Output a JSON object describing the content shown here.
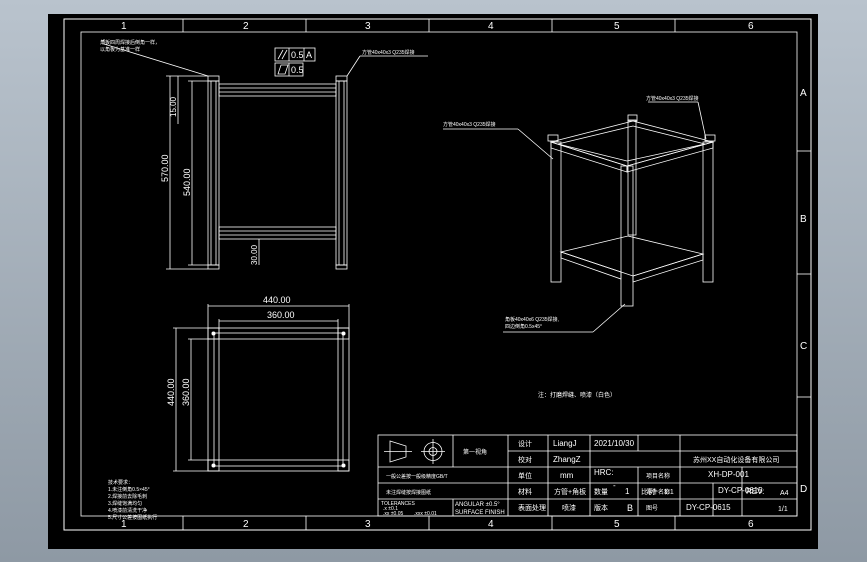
{
  "border": {
    "columns": [
      "1",
      "2",
      "3",
      "4",
      "5",
      "6"
    ],
    "rows": [
      "A",
      "B",
      "C",
      "D"
    ]
  },
  "front_view": {
    "dims": {
      "total_height": "570.00",
      "inner_height": "540.00",
      "top_part": "15.00",
      "foot": "30.00"
    },
    "gdt": {
      "parallel_tol": "0.5",
      "parallel_ref": "A",
      "flatness_tol": "0.5"
    },
    "notes": {
      "topleft_1": "角板四周焊接后倒角一样，",
      "topleft_2": "以角板为基准一样",
      "topright": "方管40x40x3 Q235焊接"
    }
  },
  "top_view": {
    "dims": {
      "outer_w": "440.00",
      "inner_w": "360.00",
      "outer_h": "440.00",
      "inner_h": "360.00"
    }
  },
  "iso_view": {
    "labels": {
      "top": "方管40x40x3 Q235焊接",
      "left": "方管40x40x3 Q235焊接",
      "bottom_1": "角板40x40x6 Q235焊接,",
      "bottom_2": "四边倒角0.5x45°"
    }
  },
  "notes": {
    "paint": "注：打磨焊缝、喷漆（白色）",
    "tech": [
      "技术要求：",
      "1.未注倒角0.5×45°",
      "2.焊接前去除毛刺",
      "3.焊缝饱满均匀",
      "4.喷漆前清洗干净",
      "5.尺寸公差按图纸执行"
    ]
  },
  "title_block": {
    "design_label": "设计",
    "designer": "LiangJ",
    "date": "2021/10/30",
    "check_label": "校对",
    "checker": "ZhangZ",
    "unit_label": "单位",
    "unit": "mm",
    "hardness_label": "HRC:",
    "hardness_value": "-",
    "material_label": "材料",
    "material": "方管+角板",
    "qty_label": "数量",
    "qty": "1",
    "scale_label": "比例",
    "scale": "1:1",
    "surface_label": "表面处理",
    "treatment": "喷漆",
    "version_label": "版本",
    "version": "B",
    "company": "苏州XX自动化设备有限公司",
    "proj_label": "项目名称",
    "proj_no": "XH-DP-001",
    "part_label": "零件名称",
    "part_no": "DY-CP-0615",
    "draw_label": "图号",
    "draw_no": "DY-CP-0615",
    "rev_label": "REV:",
    "rev": "A4",
    "sheet": "1/1",
    "tol_title": "TOLERANCES",
    "tol_1": ".x  ±0.1",
    "tol_2": ".xx  ±0.05",
    "tol_3": ".xxx  ±0.01",
    "angular": "ANGULAR ±0.5°",
    "surface_finish": "SURFACE FINISH",
    "projection_label": "第一视角",
    "note_a": "一般公差按一般级精度GB/T",
    "note_b": "未注焊缝按焊接图纸"
  }
}
